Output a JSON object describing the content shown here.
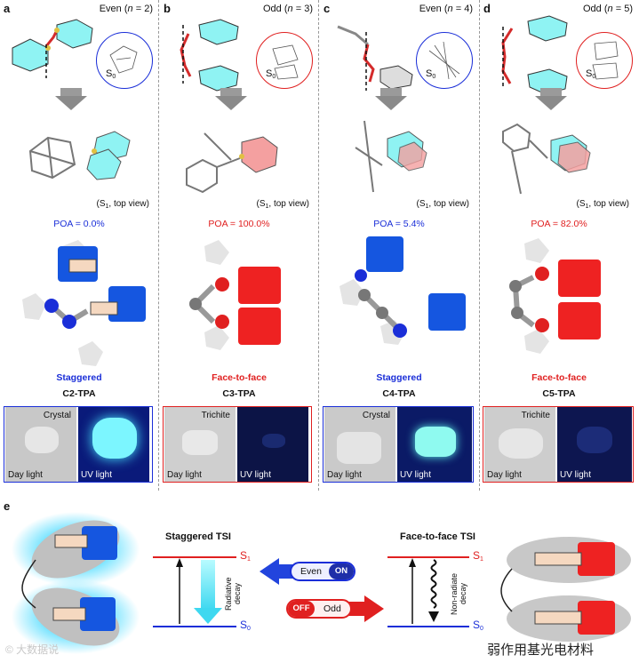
{
  "panels": [
    {
      "letter": "a",
      "parity_word": "Even",
      "n_label": "n",
      "n_value": "= 2",
      "s0": "S",
      "s0_sub": "0",
      "topview": "S",
      "topview_sub": "1",
      "topview_rest": ", top view",
      "poa": "POA = 0.0%",
      "stacking": "Staggered",
      "compound": "C2-TPA",
      "state": "Crystal",
      "day": "Day light",
      "uv": "UV light",
      "theme": "#1a2ed8"
    },
    {
      "letter": "b",
      "parity_word": "Odd",
      "n_label": "n",
      "n_value": "= 3",
      "s0": "S",
      "s0_sub": "0",
      "topview": "S",
      "topview_sub": "1",
      "topview_rest": ", top view",
      "poa": "POA = 100.0%",
      "stacking": "Face-to-face",
      "compound": "C3-TPA",
      "state": "Trichite",
      "day": "Day light",
      "uv": "UV light",
      "theme": "#e02020"
    },
    {
      "letter": "c",
      "parity_word": "Even",
      "n_label": "n",
      "n_value": "= 4",
      "s0": "S",
      "s0_sub": "0",
      "topview": "S",
      "topview_sub": "1",
      "topview_rest": ", top view",
      "poa": "POA = 5.4%",
      "stacking": "Staggered",
      "compound": "C4-TPA",
      "state": "Crystal",
      "day": "Day light",
      "uv": "UV light",
      "theme": "#1a2ed8"
    },
    {
      "letter": "d",
      "parity_word": "Odd",
      "n_label": "n",
      "n_value": "= 5",
      "s0": "S",
      "s0_sub": "0",
      "topview": "S",
      "topview_sub": "1",
      "topview_rest": ", top view",
      "poa": "POA = 82.0%",
      "stacking": "Face-to-face",
      "compound": "C5-TPA",
      "state": "Trichite",
      "day": "Day light",
      "uv": "UV light",
      "theme": "#e02020"
    }
  ],
  "section_e": {
    "letter": "e",
    "left_title": "Staggered TSI",
    "left_s1": "S",
    "left_s1_sub": "1",
    "left_s0": "S",
    "left_s0_sub": "0",
    "left_decay_1": "Radiative",
    "left_decay_2": "decay",
    "right_title": "Face-to-face TSI",
    "right_s1": "S",
    "right_s1_sub": "1",
    "right_s0": "S",
    "right_s0_sub": "0",
    "right_decay_1": "Non-radiate",
    "right_decay_2": "decay",
    "toggle_even_label": "Even",
    "toggle_even_state": "ON",
    "toggle_odd_label": "Odd",
    "toggle_odd_state": "OFF"
  },
  "watermarks": {
    "left": "© 大数据说",
    "right": "弱作用基光电材料"
  },
  "colors": {
    "blue": "#1a2ed8",
    "red": "#e02020",
    "cyan": "#7ff0f0",
    "glow": "#6ee2ff"
  }
}
